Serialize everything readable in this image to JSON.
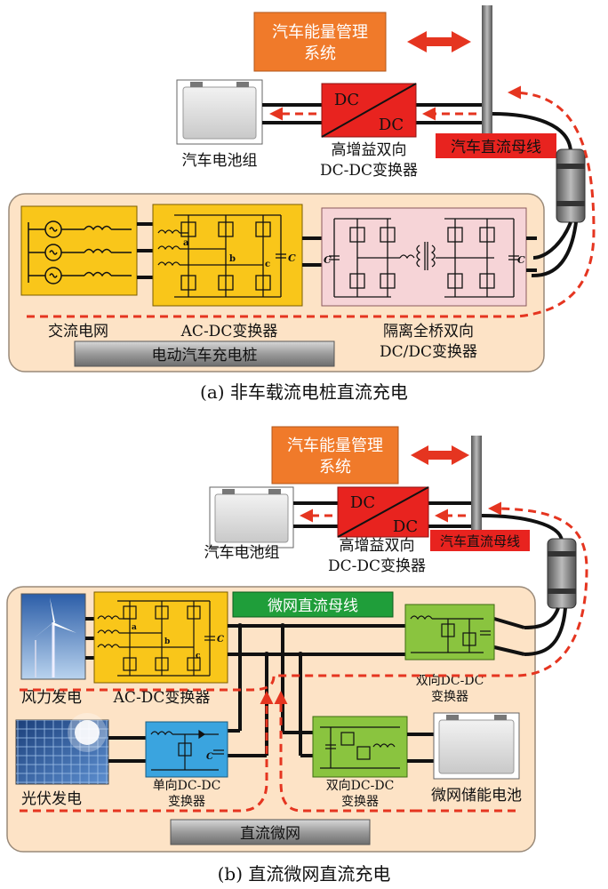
{
  "panel_a": {
    "ems": [
      "汽车能量管理",
      "系统"
    ],
    "battery_label": "汽车电池组",
    "dcdc_top": "DC",
    "dcdc_bottom": "DC",
    "converter_label": [
      "高增益双向",
      "DC-DC变换器"
    ],
    "bus_label": "汽车直流母线",
    "grid_label": "交流电网",
    "acdc_label": "AC-DC变换器",
    "isolated_label": [
      "隔离全桥双向",
      "DC/DC变换器"
    ],
    "station_label": "电动汽车充电桩",
    "caption": "(a) 非车载流电桩直流充电",
    "node_a": "a",
    "node_b": "b",
    "node_c": "c",
    "cap_c": "C"
  },
  "panel_b": {
    "ems": [
      "汽车能量管理",
      "系统"
    ],
    "battery_label": "汽车电池组",
    "dcdc_top": "DC",
    "dcdc_bottom": "DC",
    "converter_label": [
      "高增益双向",
      "DC-DC变换器"
    ],
    "bus_label": "汽车直流母线",
    "micro_bus_label": "微网直流母线",
    "wind_label": "风力发电",
    "acdc_label": "AC-DC变换器",
    "bi_dcdc_top_label": [
      "双向DC-DC",
      "变换器"
    ],
    "pv_label": "光伏发电",
    "uni_dcdc_label": [
      "单向DC-DC",
      "变换器"
    ],
    "bi_dcdc_bottom_label": [
      "双向DC-DC",
      "变换器"
    ],
    "storage_label": "微网储能电池",
    "microgrid_label": "直流微网",
    "caption": "(b) 直流微网直流充电",
    "node_a": "a",
    "node_b": "b",
    "node_c": "c",
    "cap_c": "C"
  },
  "colors": {
    "orange_box": "#f07a2a",
    "red_box": "#e8231f",
    "red_arrow": "#e53520",
    "peach_bg": "#fde3c6",
    "yellow_box": "#f9c61a",
    "pink_box": "#f6d4d7",
    "green_box": "#8ac43f",
    "green_bus": "#1f9e3a",
    "blue_box": "#3aa4df",
    "gray_bar": "#9b9b9b"
  }
}
